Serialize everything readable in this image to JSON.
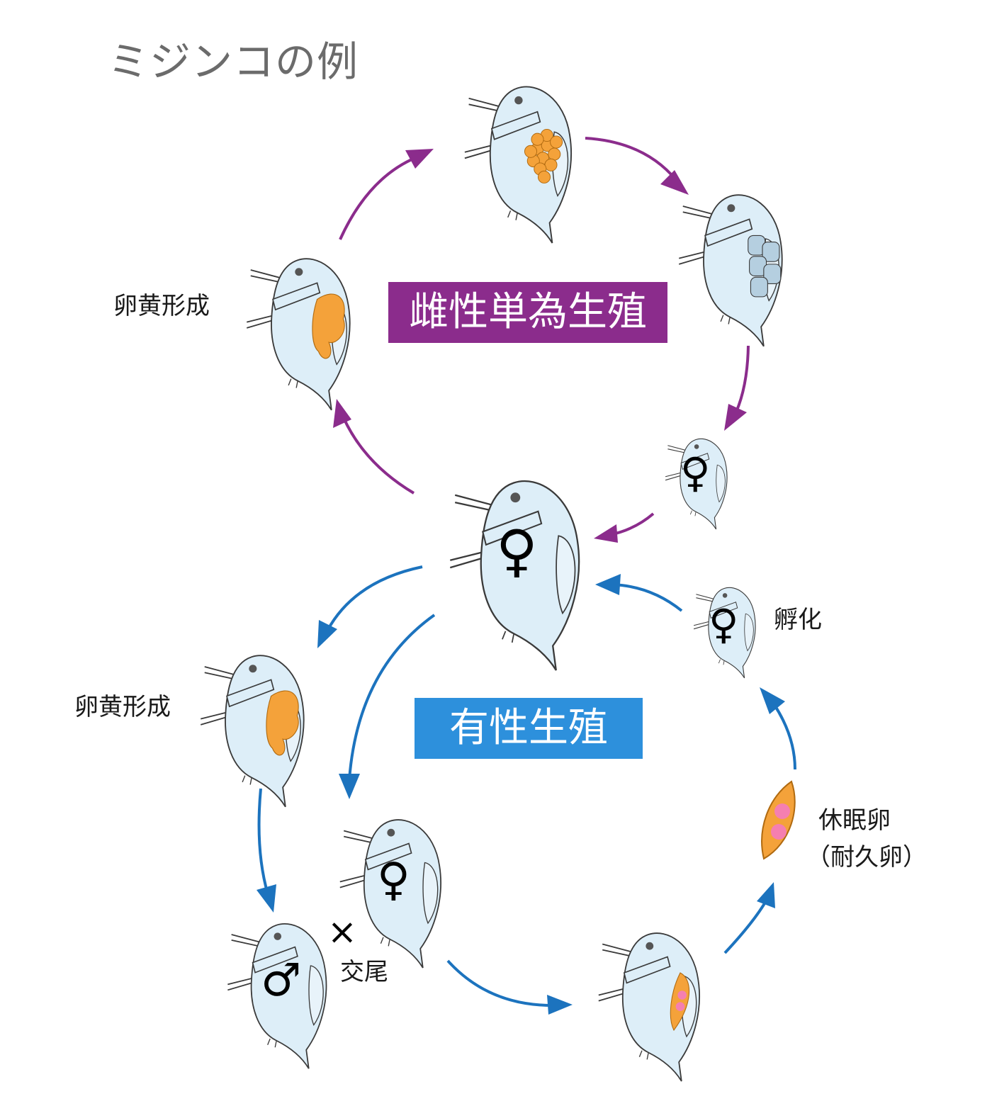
{
  "title": "ミジンコの例",
  "colors": {
    "parthenogenesis": "#8b2c8c",
    "sexual": "#1c73be",
    "body_fill": "#ddeef8",
    "body_stroke": "#3a3a3a",
    "egg_orange": "#f4a23a",
    "embryo_blue": "#b5cfe0",
    "dot_pink": "#f57fb0"
  },
  "cycles": {
    "parthenogenesis": {
      "label": "雌性単為生殖"
    },
    "sexual": {
      "label": "有性生殖"
    }
  },
  "labels": {
    "vitellogenesis_top": "卵黄形成",
    "vitellogenesis_bottom": "卵黄形成",
    "hatching": "孵化",
    "mating": "交尾",
    "resting_egg_line1": "休眠卵",
    "resting_egg_line2": "（耐久卵）"
  },
  "symbols": {
    "female": "♀",
    "male": "♂",
    "cross": "×"
  }
}
